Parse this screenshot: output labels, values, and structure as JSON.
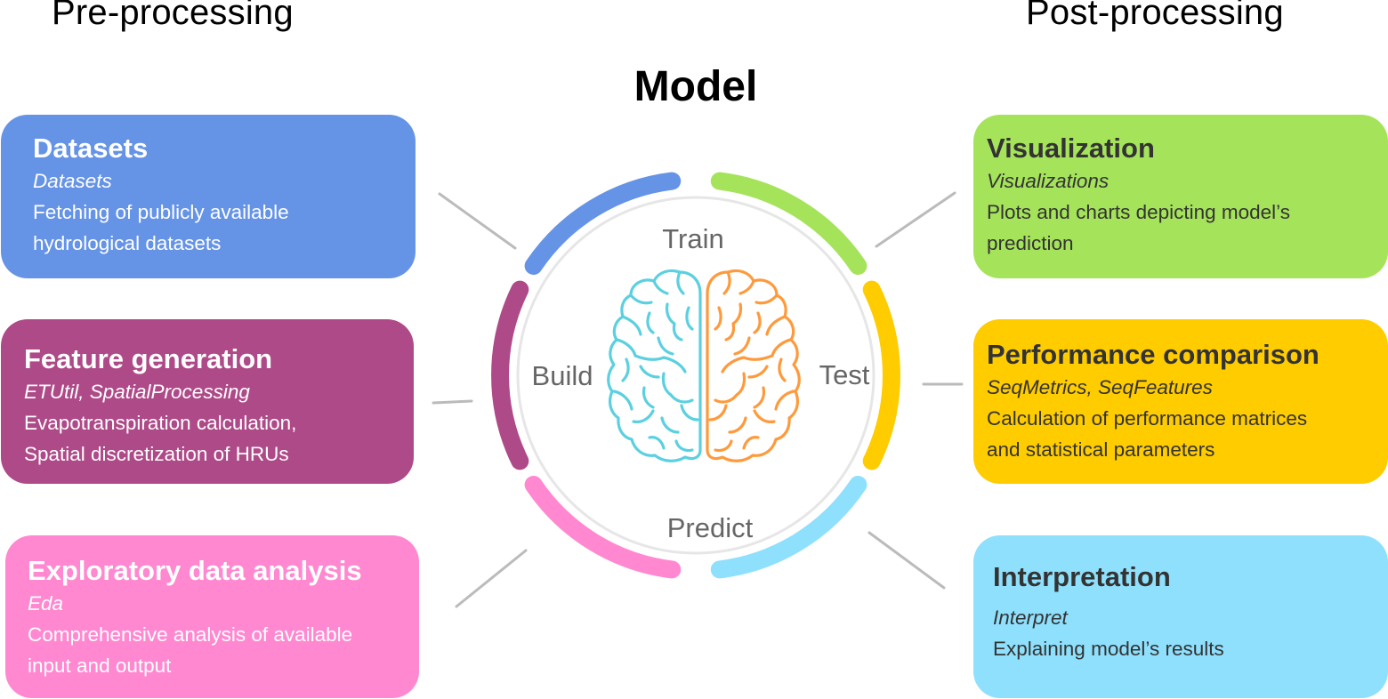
{
  "headings": {
    "pre": "Pre-processing",
    "post": "Post-processing",
    "model": "Model"
  },
  "pre_processing": [
    {
      "title": "Datasets",
      "module": "Datasets",
      "description": [
        "Fetching of publicly available",
        "hydrological datasets"
      ],
      "color": "#6593e6"
    },
    {
      "title": "Feature generation",
      "module": "ETUtil, SpatialProcessing",
      "description": [
        "Evapotranspiration calculation,",
        "Spatial discretization of HRUs"
      ],
      "color": "#ae4a88"
    },
    {
      "title": "Exploratory data analysis",
      "module": "Eda",
      "description": [
        "Comprehensive analysis of available",
        "input and output"
      ],
      "color": "#ff88d0"
    }
  ],
  "post_processing": [
    {
      "title": "Visualization",
      "module": "Visualizations",
      "description": [
        "Plots and charts depicting model’s",
        "prediction"
      ],
      "color": "#a5e35b"
    },
    {
      "title": "Performance comparison",
      "module": "SeqMetrics, SeqFeatures",
      "description": [
        "Calculation of performance matrices",
        "and statistical parameters"
      ],
      "color": "#ffcc00"
    },
    {
      "title": "Interpretation",
      "module": "Interpret",
      "description": [
        "Explaining model’s results"
      ],
      "color": "#8ee0fd"
    }
  ],
  "model_cycle": {
    "stages": [
      "Train",
      "Test",
      "Predict",
      "Build"
    ],
    "icon": "brain-icon",
    "brain_colors": {
      "left": "#5bd0e0",
      "right": "#ff9a3c"
    },
    "ring_segments": [
      {
        "name": "datasets",
        "color": "#6593e6"
      },
      {
        "name": "visualization",
        "color": "#a5e35b"
      },
      {
        "name": "performance",
        "color": "#ffcc00"
      },
      {
        "name": "interpretation",
        "color": "#8ee0fd"
      },
      {
        "name": "eda",
        "color": "#ff88d0"
      },
      {
        "name": "feature-generation",
        "color": "#ae4a88"
      }
    ],
    "connector_color": "#bbbbbb",
    "inner_ring_color": "#e6e6e6"
  }
}
